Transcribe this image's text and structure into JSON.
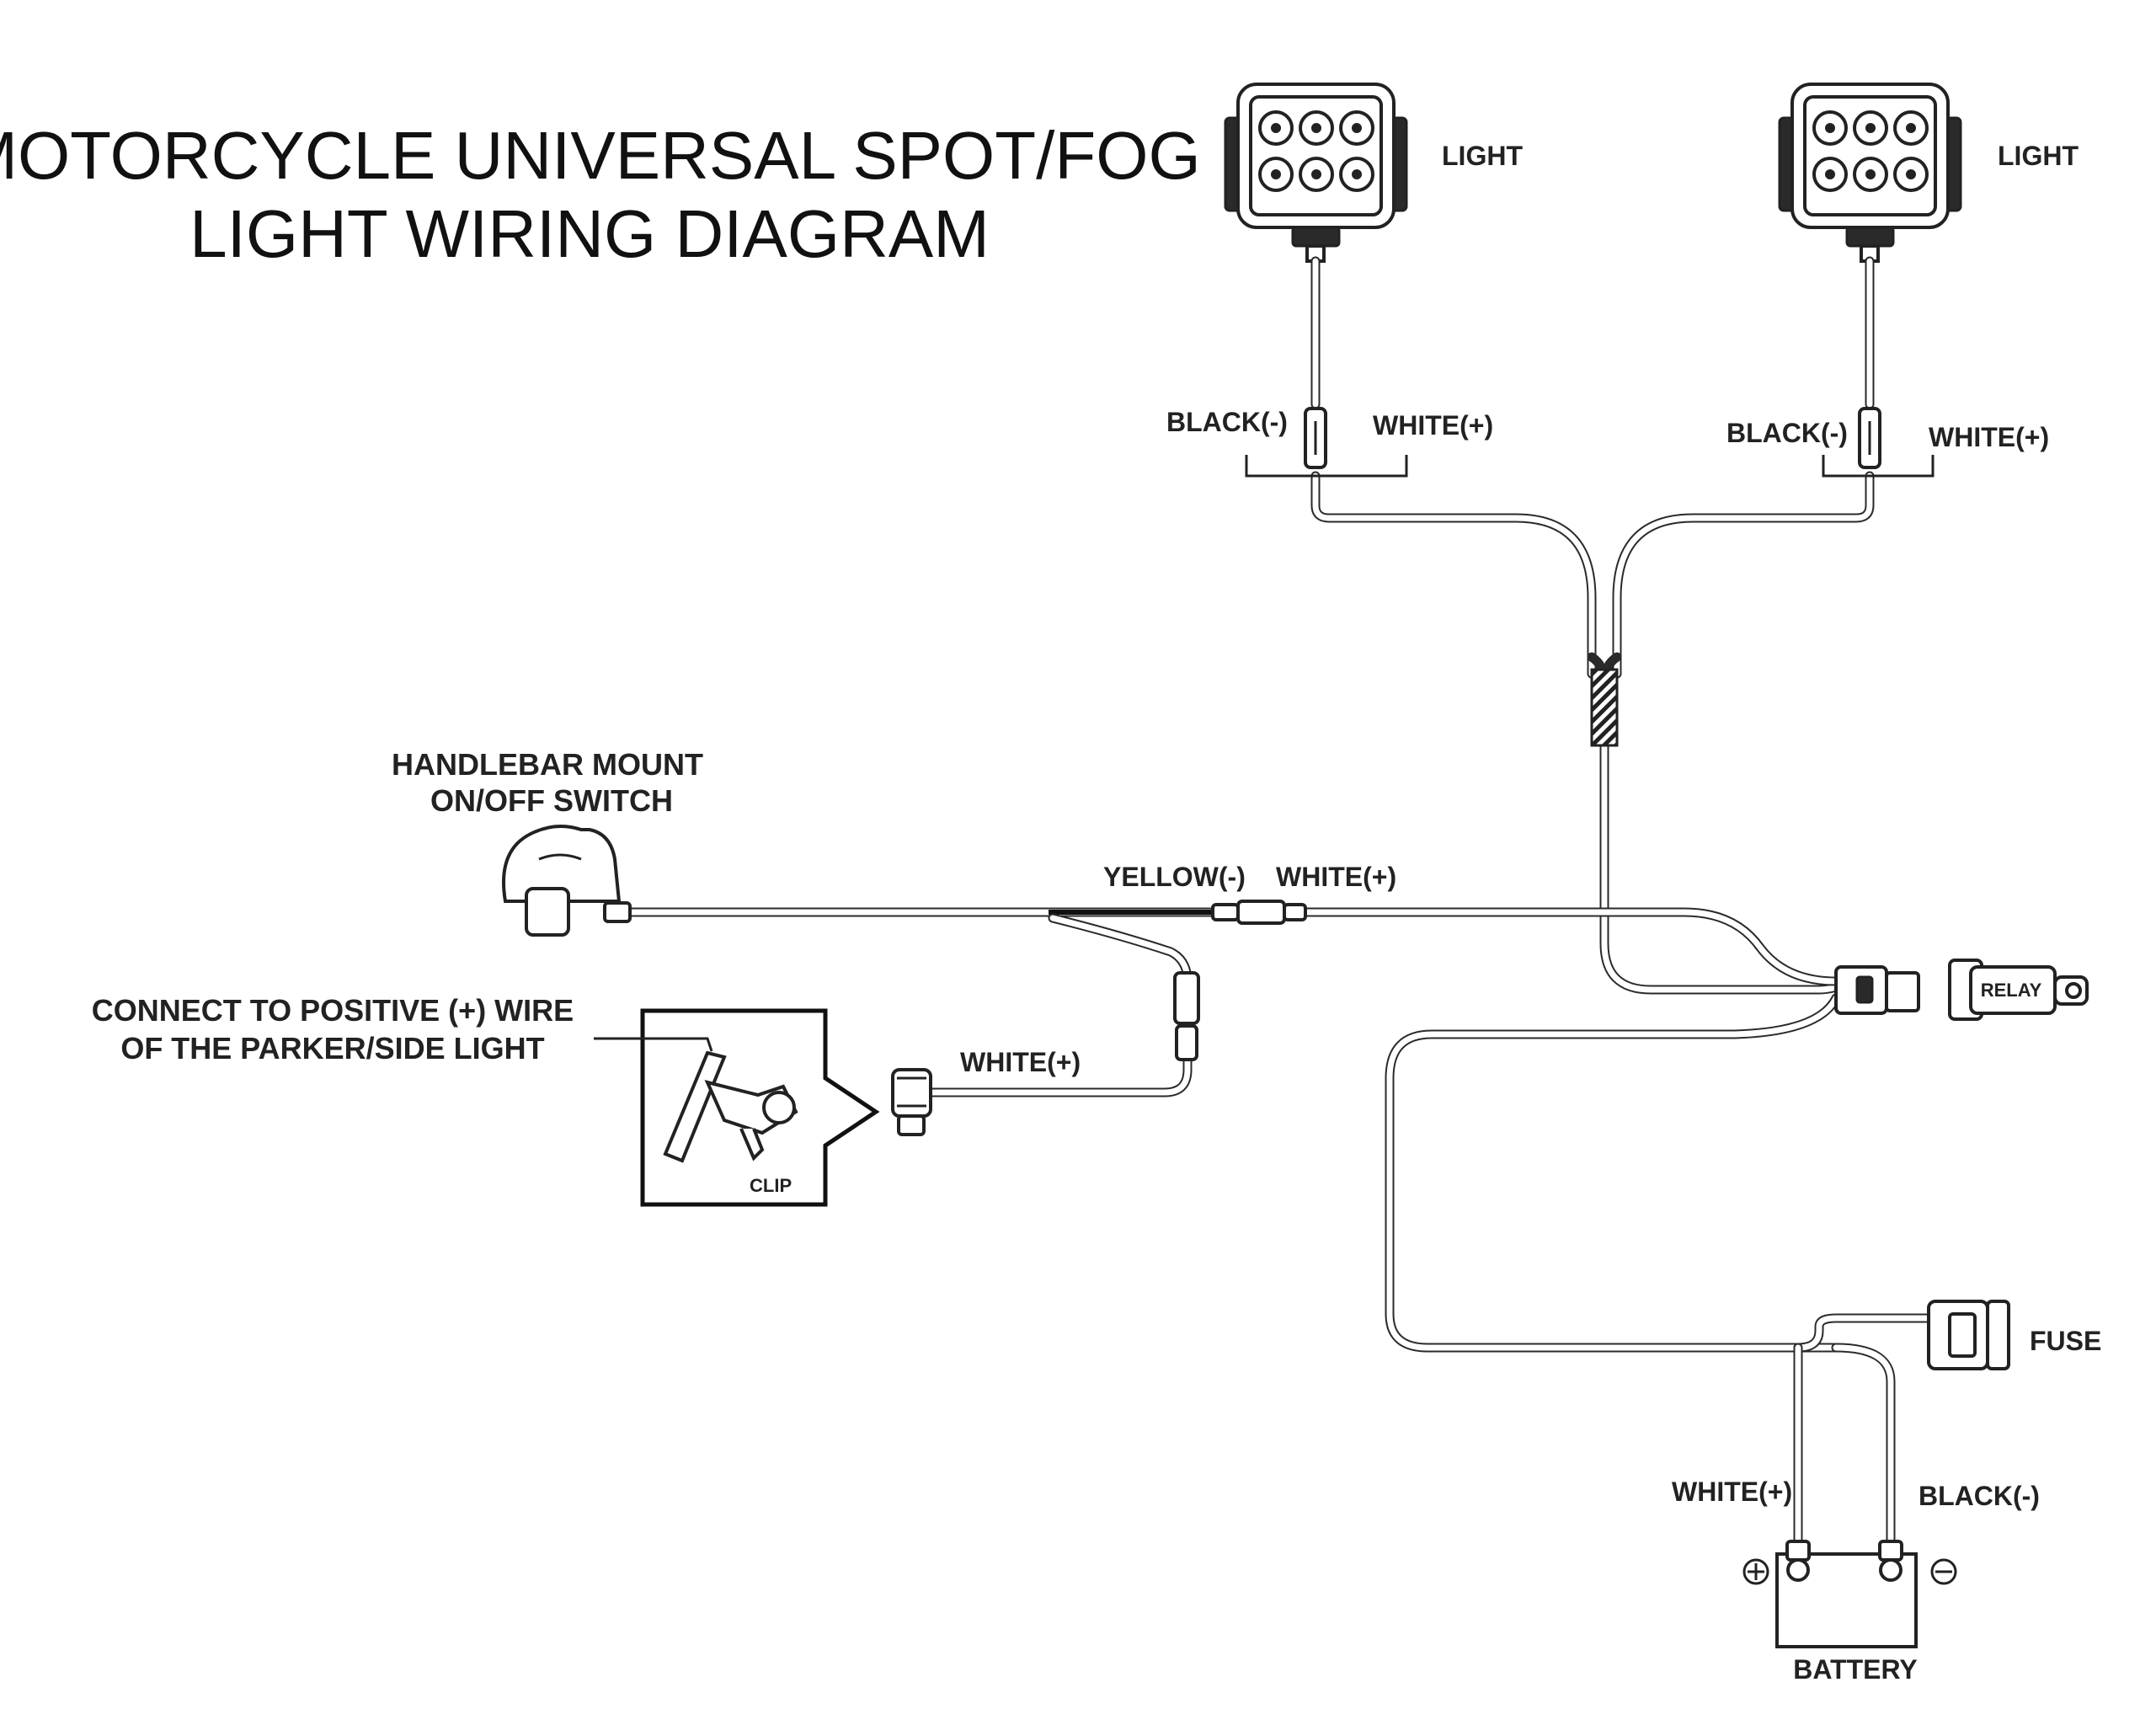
{
  "title": {
    "line1": "MOTORCYCLE UNIVERSAL SPOT/FOG",
    "line2": "LIGHT WIRING DIAGRAM"
  },
  "lights": [
    {
      "label": "LIGHT",
      "black_label": "BLACK(-)",
      "white_label": "WHITE(+)"
    },
    {
      "label": "LIGHT",
      "black_label": "BLACK(-)",
      "white_label": "WHITE(+)"
    }
  ],
  "switch": {
    "line1": "HANDLEBAR MOUNT",
    "line2": "ON/OFF SWITCH",
    "yellow_label": "YELLOW(-)",
    "white_label": "WHITE(+)"
  },
  "parker": {
    "line1": "CONNECT TO POSITIVE (+) WIRE",
    "line2": "OF THE PARKER/SIDE LIGHT",
    "white_label": "WHITE(+)",
    "clip_label": "CLIP"
  },
  "relay": {
    "label": "RELAY"
  },
  "fuse": {
    "label": "FUSE"
  },
  "battery": {
    "label": "BATTERY",
    "white_label": "WHITE(+)",
    "black_label": "BLACK(-)"
  }
}
